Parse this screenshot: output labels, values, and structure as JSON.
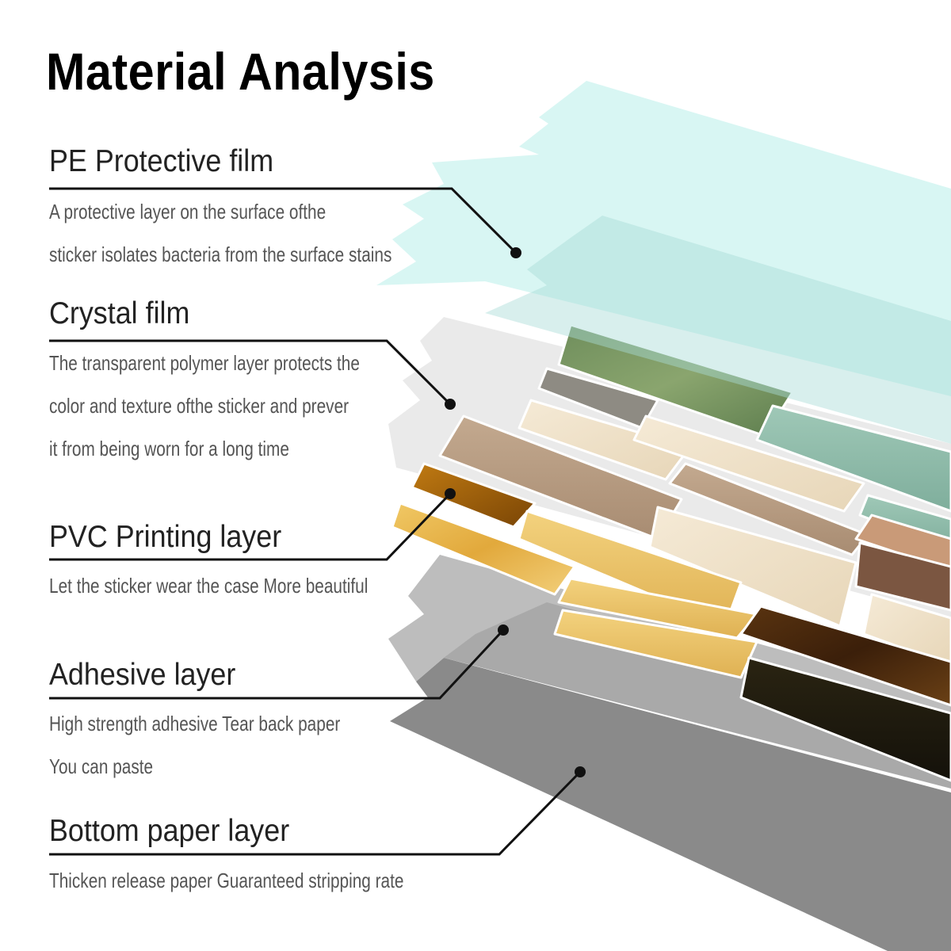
{
  "title": "Material Analysis",
  "layers": [
    {
      "name": "PE Protective film",
      "description": [
        "A protective layer on the surface ofthe",
        "sticker isolates bacteria from the surface stains"
      ]
    },
    {
      "name": "Crystal film",
      "description": [
        "The transparent polymer layer protects the",
        "color and texture ofthe sticker and prever",
        "it from being worn for a long time"
      ]
    },
    {
      "name": "PVC Printing layer",
      "description": [
        "Let the sticker wear the case More beautiful"
      ]
    },
    {
      "name": "Adhesive layer",
      "description": [
        "High strength adhesive Tear back paper",
        "You can paste"
      ]
    },
    {
      "name": "Bottom paper layer",
      "description": [
        "Thicken release paper Guaranteed stripping rate"
      ]
    }
  ],
  "colors": {
    "pe_film": "#c9f3ee",
    "crystal_film": "#e8e8e8",
    "adhesive": "#bdbdbd",
    "bottom_paper": "#8a8a8a",
    "leader_line": "#111111"
  }
}
